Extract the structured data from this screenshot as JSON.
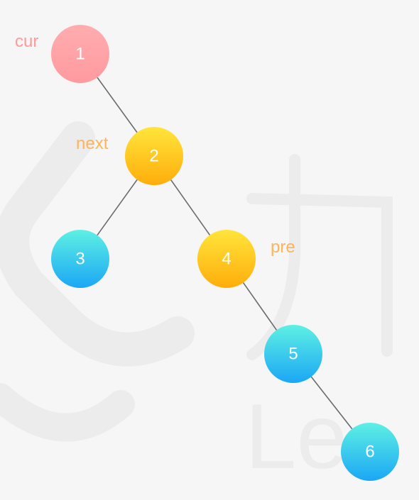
{
  "colors": {
    "background": "#f6f6f6",
    "edge": "#6b6b6b",
    "cur_node_top": "#ffadb0",
    "cur_node_bottom": "#ff9a9f",
    "highlight_node_top": "#ffe53b",
    "highlight_node_bottom": "#ffad0b",
    "normal_node_top": "#5ef0e4",
    "normal_node_bottom": "#1ba7f5",
    "cur_label": "#ff9a9a",
    "pointer_label": "#ffb35a",
    "watermark": "#ececec"
  },
  "tree": {
    "nodes": [
      {
        "label": "1",
        "style": "cur"
      },
      {
        "label": "2",
        "style": "highlight"
      },
      {
        "label": "3",
        "style": "normal"
      },
      {
        "label": "4",
        "style": "highlight"
      },
      {
        "label": "5",
        "style": "normal"
      },
      {
        "label": "6",
        "style": "normal"
      }
    ],
    "edges": [
      [
        "1",
        "2"
      ],
      [
        "2",
        "3"
      ],
      [
        "2",
        "4"
      ],
      [
        "4",
        "5"
      ],
      [
        "5",
        "6"
      ]
    ]
  },
  "pointers": [
    {
      "text": "cur",
      "target": "1"
    },
    {
      "text": "next",
      "target": "2"
    },
    {
      "text": "pre",
      "target": "4"
    }
  ],
  "watermark": {
    "text": "Le"
  }
}
